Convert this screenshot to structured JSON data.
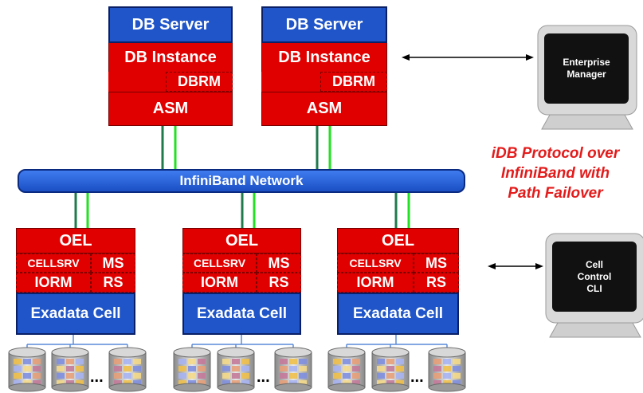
{
  "db_servers": [
    {
      "server_label": "DB Server",
      "instance_label": "DB Instance",
      "dbrm_label": "DBRM",
      "asm_label": "ASM"
    },
    {
      "server_label": "DB Server",
      "instance_label": "DB Instance",
      "dbrm_label": "DBRM",
      "asm_label": "ASM"
    }
  ],
  "network_label": "InfiniBand Network",
  "protocol_lines": [
    "iDB Protocol over",
    "InfiniBand with",
    "Path Failover"
  ],
  "monitors": {
    "enterprise_manager": [
      "Enterprise",
      "Manager"
    ],
    "cell_control": [
      "Cell",
      "Control",
      "CLI"
    ]
  },
  "cells": [
    {
      "oel": "OEL",
      "cellsrv": "CELLSRV",
      "ms": "MS",
      "iorm": "IORM",
      "rs": "RS",
      "cell": "Exadata Cell"
    },
    {
      "oel": "OEL",
      "cellsrv": "CELLSRV",
      "ms": "MS",
      "iorm": "IORM",
      "rs": "RS",
      "cell": "Exadata Cell"
    },
    {
      "oel": "OEL",
      "cellsrv": "CELLSRV",
      "ms": "MS",
      "iorm": "IORM",
      "rs": "RS",
      "cell": "Exadata Cell"
    }
  ],
  "ellipsis": "...",
  "colors": {
    "server_blue": "#1f55c8",
    "stack_red": "#e00000",
    "link_green": "#1f7a4c",
    "link_bright_green": "#22e022",
    "protocol_red": "#e31b1b"
  }
}
